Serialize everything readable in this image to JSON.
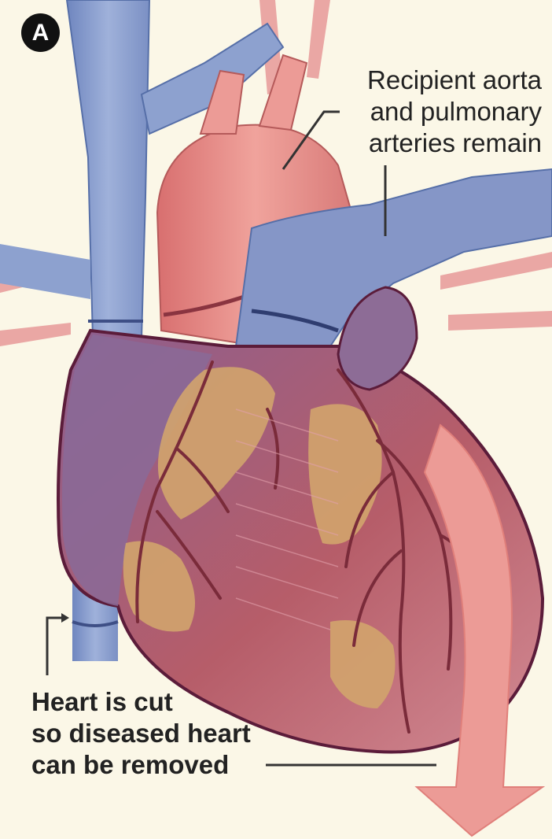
{
  "panel_label": "A",
  "labels": {
    "top": [
      "Recipient aorta",
      "and pulmonary",
      "arteries remain"
    ],
    "bottom": [
      "Heart is cut",
      "so diseased heart",
      "can be removed"
    ]
  },
  "colors": {
    "background": "#fbf7e7",
    "aorta": "#e2857f",
    "vein_blue": "#7f95c7",
    "heart_muscle": "#b65d69",
    "fat": "#d2a46d",
    "outline": "#5b1c3a",
    "arrow": "#ec9b96"
  }
}
